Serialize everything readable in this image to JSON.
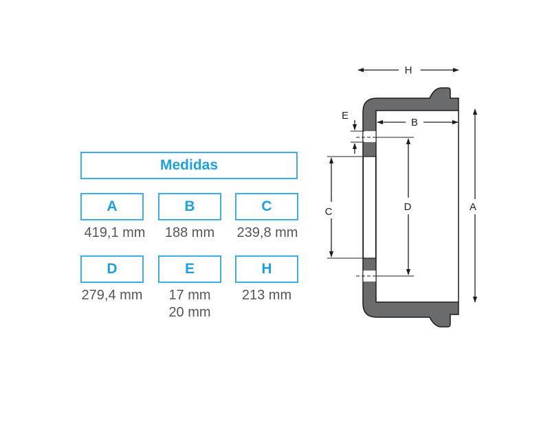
{
  "table": {
    "title": "Medidas",
    "items": [
      {
        "key": "A",
        "value": "419,1 mm"
      },
      {
        "key": "B",
        "value": "188 mm"
      },
      {
        "key": "C",
        "value": "239,8 mm"
      },
      {
        "key": "D",
        "value": "279,4 mm"
      },
      {
        "key": "E",
        "value": "17 mm",
        "value2": "20 mm"
      },
      {
        "key": "H",
        "value": "213 mm"
      }
    ]
  },
  "diagram": {
    "labels": {
      "H": "H",
      "E": "E",
      "B": "B",
      "C": "C",
      "D": "D",
      "A": "A"
    },
    "colors": {
      "body": "#6a6b6d",
      "outline": "#1c1c1c",
      "accent": "#3aaee3"
    }
  }
}
